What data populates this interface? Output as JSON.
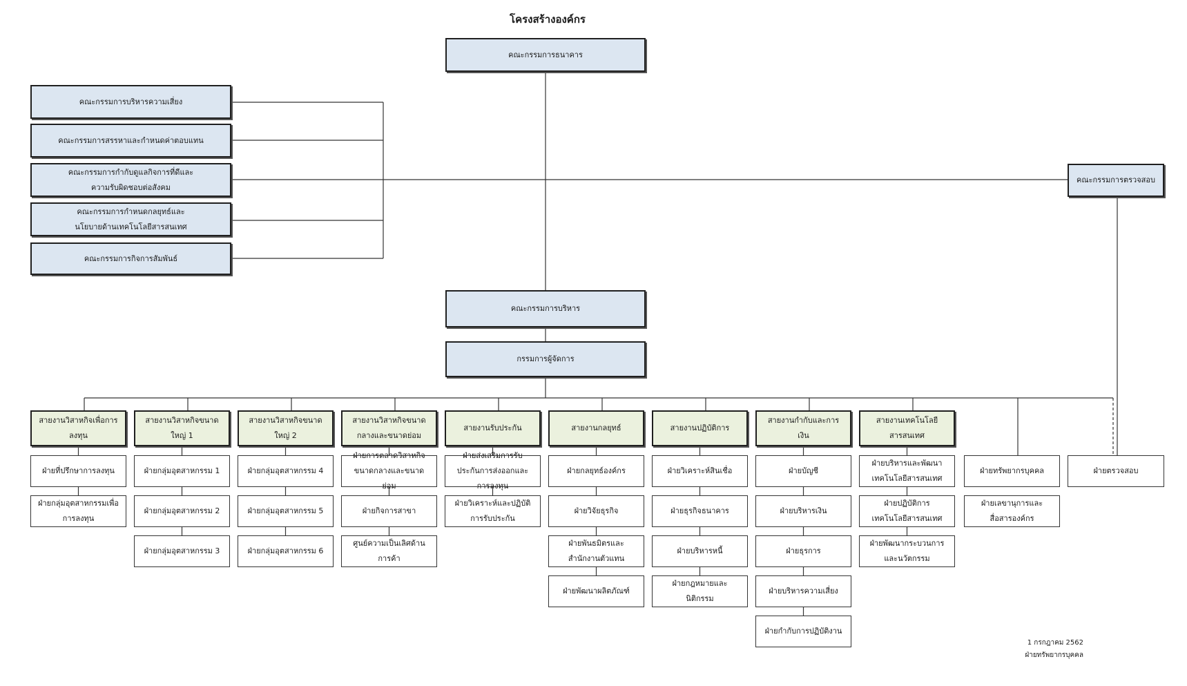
{
  "title": "โครงสร้างองค์กร",
  "board": {
    "bank_board": "คณะกรรมการธนาคาร",
    "committees": [
      "คณะกรรมการบริหารความเสี่ยง",
      "คณะกรรมการสรรหาและกำหนดค่าตอบแทน",
      "คณะกรรมการกำกับดูแลกิจการที่ดีและความรับผิดชอบต่อสังคม",
      "คณะกรรมการกำหนดกลยุทธ์และนโยบายด้านเทคโนโลยีสารสนเทศ",
      "คณะกรรมการกิจการสัมพันธ์"
    ],
    "audit_committee": "คณะกรรมการตรวจสอบ",
    "executive_committee": "คณะกรรมการบริหาร",
    "managing_director": "กรรมการผู้จัดการ"
  },
  "divisions": [
    {
      "name": "สายงานวิสาหกิจเพื่อการลงทุน",
      "departments": [
        "ฝ่ายที่ปรึกษาการลงทุน",
        "ฝ่ายกลุ่มอุตสาหกรรมเพื่อการลงทุน"
      ]
    },
    {
      "name": "สายงานวิสาหกิจขนาดใหญ่ 1",
      "departments": [
        "ฝ่ายกลุ่มอุตสาหกรรม 1",
        "ฝ่ายกลุ่มอุตสาหกรรม 2",
        "ฝ่ายกลุ่มอุตสาหกรรม 3"
      ]
    },
    {
      "name": "สายงานวิสาหกิจขนาดใหญ่ 2",
      "departments": [
        "ฝ่ายกลุ่มอุตสาหกรรม 4",
        "ฝ่ายกลุ่มอุตสาหกรรม 5",
        "ฝ่ายกลุ่มอุตสาหกรรม 6"
      ]
    },
    {
      "name": "สายงานวิสาหกิจขนาดกลางและขนาดย่อม",
      "departments": [
        "ฝ่ายการตลาดวิสาหกิจขนาดกลางและขนาดย่อม",
        "ฝ่ายกิจการสาขา",
        "ศูนย์ความเป็นเลิศด้านการค้า"
      ]
    },
    {
      "name": "สายงานรับประกัน",
      "departments": [
        "ฝ่ายส่งเสริมการรับประกันการส่งออกและการลงทุน",
        "ฝ่ายวิเคราะห์และปฏิบัติการรับประกัน"
      ]
    },
    {
      "name": "สายงานกลยุทธ์",
      "departments": [
        "ฝ่ายกลยุทธ์องค์กร",
        "ฝ่ายวิจัยธุรกิจ",
        "ฝ่ายพันธมิตรและสำนักงานตัวแทน",
        "ฝ่ายพัฒนาผลิตภัณฑ์"
      ]
    },
    {
      "name": "สายงานปฏิบัติการ",
      "departments": [
        "ฝ่ายวิเคราะห์สินเชื่อ",
        "ฝ่ายธุรกิจธนาคาร",
        "ฝ่ายบริหารหนี้",
        "ฝ่ายกฎหมายและนิติกรรม"
      ]
    },
    {
      "name": "สายงานกำกับและการเงิน",
      "departments": [
        "ฝ่ายบัญชี",
        "ฝ่ายบริหารเงิน",
        "ฝ่ายธุรการ",
        "ฝ่ายบริหารความเสี่ยง",
        "ฝ่ายกำกับการปฏิบัติงาน"
      ]
    },
    {
      "name": "สายงานเทคโนโลยีสารสนเทศ",
      "departments": [
        "ฝ่ายบริหารและพัฒนาเทคโนโลยีสารสนเทศ",
        "ฝ่ายปฏิบัติการเทคโนโลยีสารสนเทศ",
        "ฝ่ายพัฒนากระบวนการและนวัตกรรม"
      ]
    }
  ],
  "direct_departments": {
    "hr": {
      "name": "ฝ่ายทรัพยากรบุคคล",
      "sub": "ฝ่ายเลขานุการและสื่อสารองค์กร"
    },
    "audit": {
      "name": "ฝ่ายตรวจสอบ"
    }
  },
  "footer": {
    "date": "1 กรกฎาคม 2562",
    "department": "ฝ่ายทรัพยากรบุคคล"
  }
}
